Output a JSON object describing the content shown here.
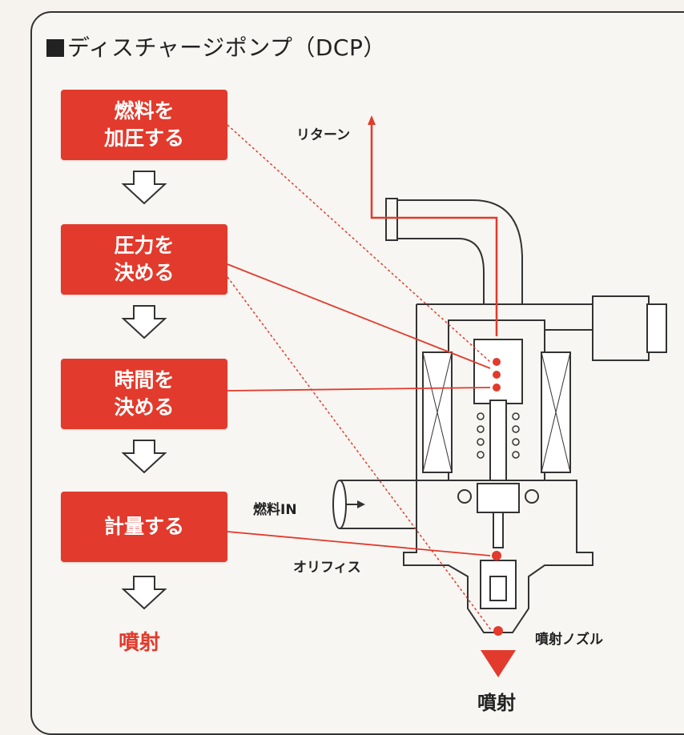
{
  "title": "ディスチャージポンプ（DCP）",
  "steps": [
    {
      "label": "燃料を\n加圧する"
    },
    {
      "label": "圧力を\n決める"
    },
    {
      "label": "時間を\n決める"
    },
    {
      "label": "計量する"
    }
  ],
  "final_step": "噴射",
  "labels": {
    "return": "リターン",
    "fuel_in": "燃料IN",
    "orifice": "オリフィス",
    "nozzle": "噴射ノズル",
    "spray": "噴射"
  },
  "colors": {
    "accent": "#e23a2c",
    "line": "#333333"
  }
}
